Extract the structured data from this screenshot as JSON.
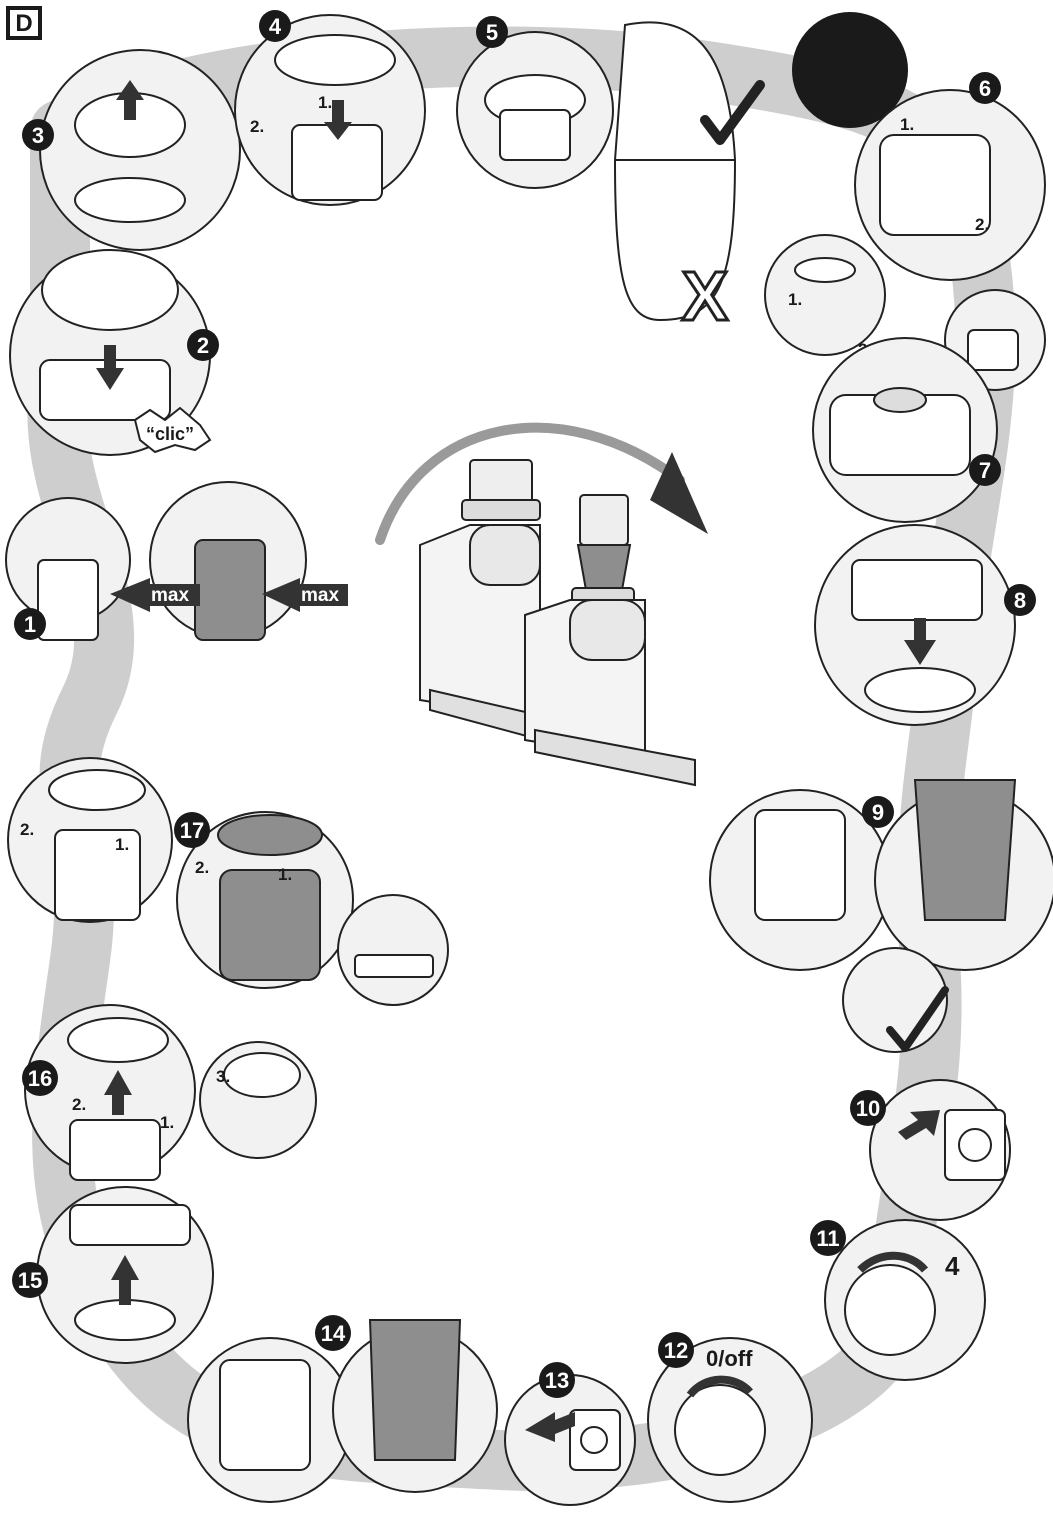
{
  "section_letter": "D",
  "labels": {
    "clic": "“clic”",
    "max": "max",
    "off": "0/off",
    "speed": "4",
    "one": "1.",
    "two": "2.",
    "three": "3."
  },
  "colors": {
    "path_shadow": "#c9c9c9",
    "outline": "#222222",
    "badge": "#1a1a1a",
    "panel": "#f2f2f2",
    "jar_dark": "#8e8e8e"
  },
  "steps": [
    "1",
    "2",
    "3",
    "4",
    "5",
    "6",
    "7",
    "8",
    "9",
    "10",
    "11",
    "12",
    "13",
    "14",
    "15",
    "16",
    "17"
  ]
}
